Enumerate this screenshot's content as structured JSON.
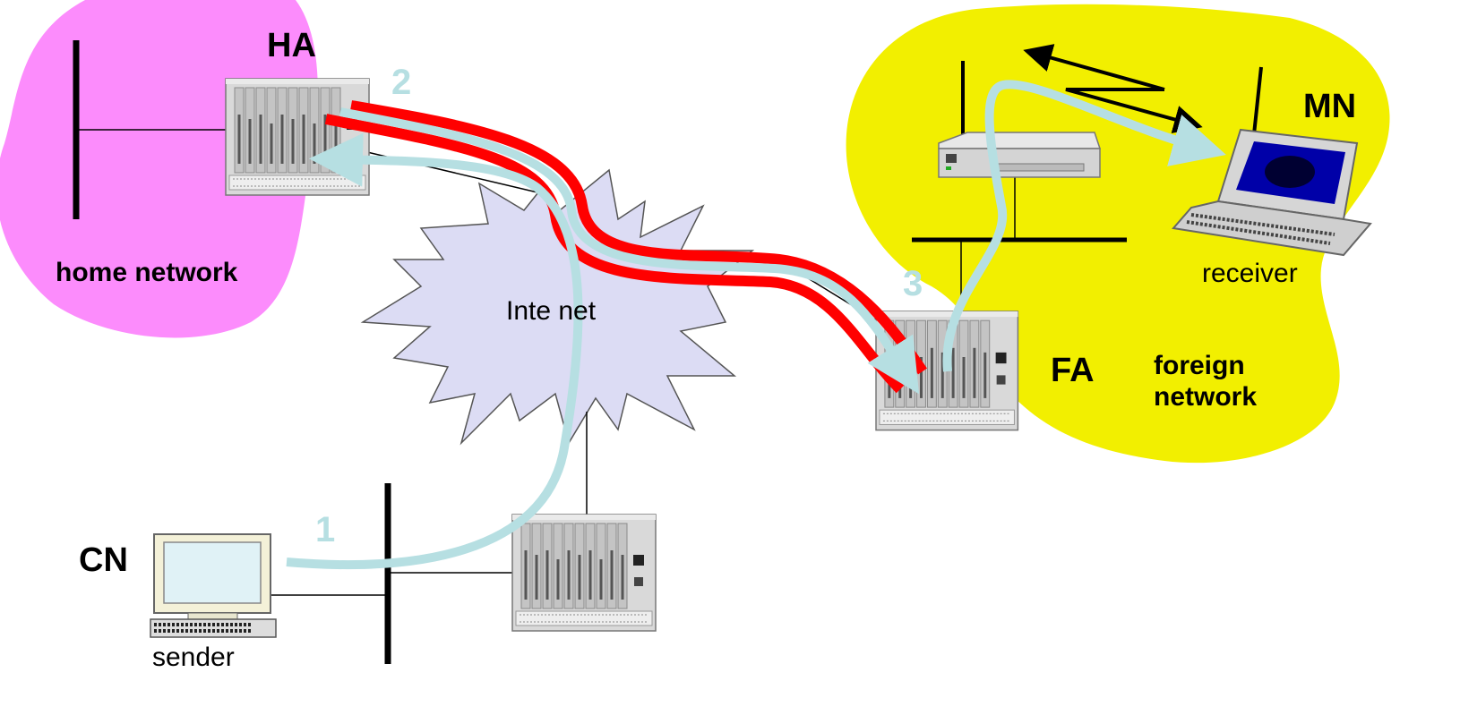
{
  "labels": {
    "ha": "HA",
    "mn": "MN",
    "cn": "CN",
    "fa": "FA",
    "home_network": "home network",
    "foreign_network_line1": "foreign",
    "foreign_network_line2": "network",
    "internet": "Inte net",
    "receiver": "receiver",
    "sender": "sender"
  },
  "steps": [
    "1",
    "2",
    "3"
  ],
  "colors": {
    "home_network": "#fc8cfc",
    "foreign_network": "#f2ef00",
    "internet": "#dcdcf4",
    "tunnel": "#ff0000",
    "data_path": "#b6dfe2"
  }
}
